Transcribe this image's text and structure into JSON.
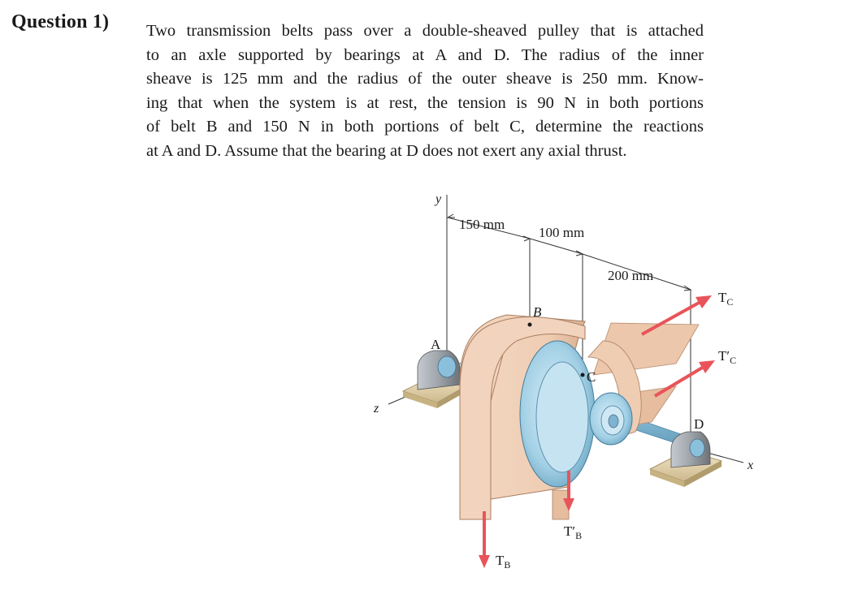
{
  "question": {
    "label": "Question 1)",
    "lines": [
      "Two transmission belts pass over a double-sheaved pulley that is attached",
      "to an axle supported by bearings at A and D. The radius of the inner",
      "sheave is 125 mm and the radius of the outer sheave is 250 mm. Know-",
      "ing that when the system is at rest, the tension is 90 N in both portions",
      "of belt B and 150 N in both portions of belt C, determine the reactions",
      "at A and D. Assume that the bearing at D does not exert any axial thrust."
    ]
  },
  "figure": {
    "dimensions": [
      "150 mm",
      "100 mm",
      "200 mm"
    ],
    "axes": {
      "x": "x",
      "y": "y",
      "z": "z"
    },
    "points": {
      "A": "A",
      "B": "B",
      "C": "C",
      "D": "D"
    },
    "forces": {
      "tc_main": "T",
      "tc_sub": "C",
      "tc2_main": "T′",
      "tc2_sub": "C",
      "tb_main": "T",
      "tb_sub": "B",
      "tb2_main": "T′",
      "tb2_sub": "B"
    },
    "colors": {
      "belt": "#f1d3bc",
      "belt_shadow": "#d8ae90",
      "sheave": "#a9d3e6",
      "force_arrow": "#e8545a",
      "bearing": "#9aa0a6",
      "base": "#e8d9b5"
    }
  }
}
